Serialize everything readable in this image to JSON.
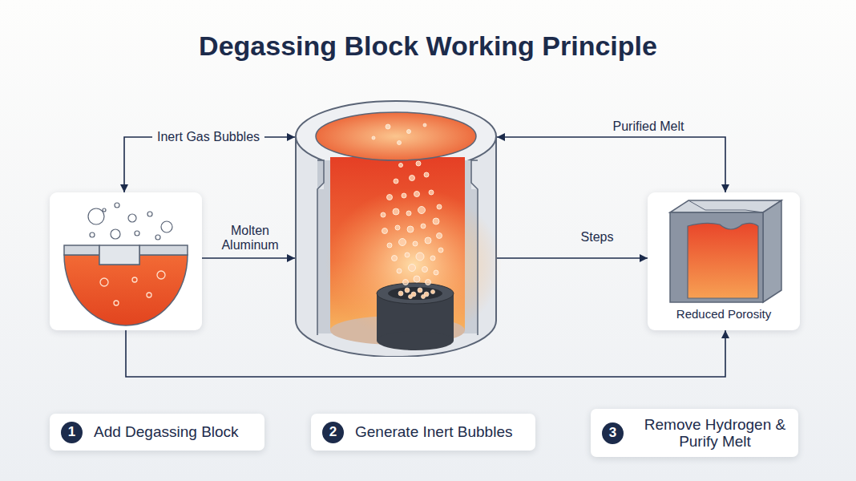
{
  "diagram": {
    "title": "Degassing Block Working Principle",
    "nodes": [
      {
        "text": []
      },
      {
        "text": []
      },
      {
        "text": [
          "Reduced Porosity"
        ]
      },
      {
        "text": [
          "1",
          "Add Degassing Block"
        ]
      },
      {
        "text": [
          "2",
          "Generate Inert Bubbles"
        ]
      },
      {
        "text": [
          "3",
          "Remove Hydrogen & Purify Melt"
        ]
      }
    ],
    "edges": [
      {
        "from": 1,
        "to": 0,
        "arrow": "both",
        "label": "Inert Gas Bubbles"
      },
      {
        "from": 1,
        "to": 2,
        "arrow": "both",
        "label": "Purified Melt"
      },
      {
        "from": 0,
        "to": 1,
        "arrow": "to",
        "label": "Molten Aluminum"
      },
      {
        "from": 1,
        "to": 2,
        "arrow": "to",
        "label": "Steps"
      },
      {
        "from": 0,
        "to": 2,
        "arrow": "to"
      }
    ]
  }
}
